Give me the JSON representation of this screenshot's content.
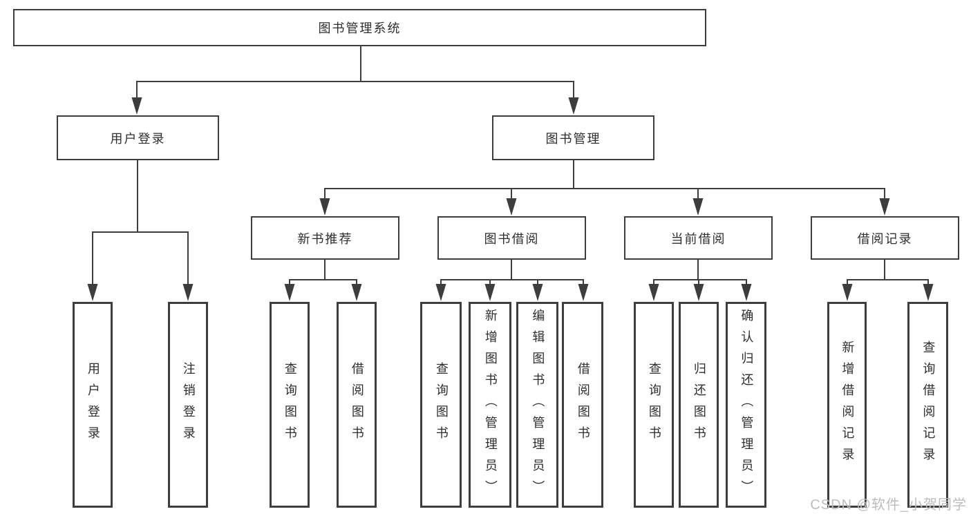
{
  "tree": {
    "type": "hierarchy-diagram",
    "colors": {
      "line": "#3d3d3d",
      "box_border": "#3d3d3d",
      "box_fill": "#ffffff",
      "text": "#2e2e2e",
      "background": "#ffffff",
      "watermark": "#bdbdbd"
    },
    "root": {
      "label": "图书管理系统"
    },
    "level2": [
      {
        "label": "用户登录",
        "parent": "图书管理系统"
      },
      {
        "label": "图书管理",
        "parent": "图书管理系统"
      }
    ],
    "level3": [
      {
        "label": "新书推荐",
        "parent": "图书管理"
      },
      {
        "label": "图书借阅",
        "parent": "图书管理"
      },
      {
        "label": "当前借阅",
        "parent": "图书管理"
      },
      {
        "label": "借阅记录",
        "parent": "图书管理"
      }
    ],
    "leaves": [
      {
        "label": "用户登录",
        "parent": "用户登录"
      },
      {
        "label": "注销登录",
        "parent": "用户登录"
      },
      {
        "label": "查询图书",
        "parent": "新书推荐"
      },
      {
        "label": "借阅图书",
        "parent": "新书推荐"
      },
      {
        "label": "查询图书",
        "parent": "图书借阅"
      },
      {
        "label": "新增图书（管理员）",
        "parent": "图书借阅"
      },
      {
        "label": "编辑图书（管理员）",
        "parent": "图书借阅"
      },
      {
        "label": "借阅图书",
        "parent": "图书借阅"
      },
      {
        "label": "查询图书",
        "parent": "当前借阅"
      },
      {
        "label": "归还图书",
        "parent": "当前借阅"
      },
      {
        "label": "确认归还（管理员）",
        "parent": "当前借阅"
      },
      {
        "label": "新增借阅记录",
        "parent": "借阅记录"
      },
      {
        "label": "查询借阅记录",
        "parent": "借阅记录"
      }
    ],
    "watermark": "CSDN @软件_小贺同学"
  }
}
